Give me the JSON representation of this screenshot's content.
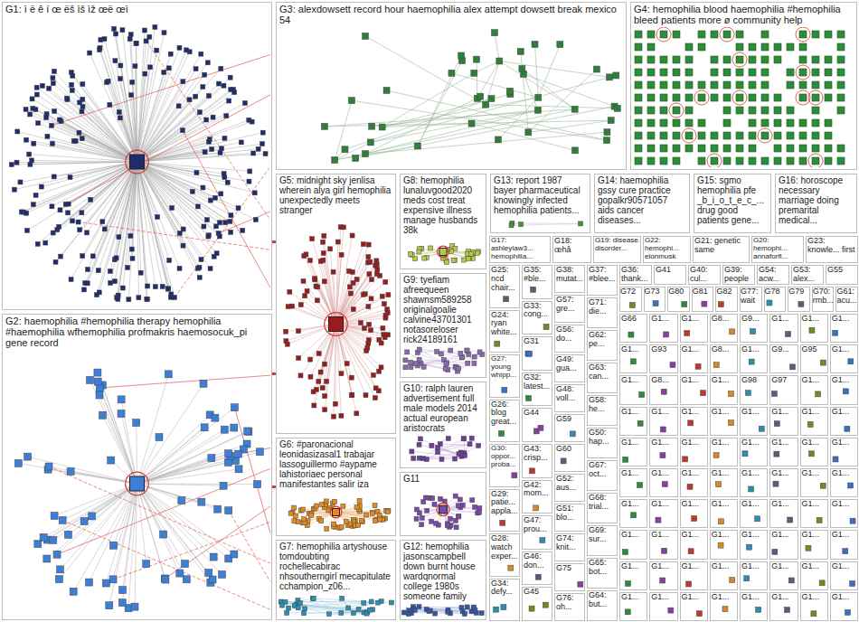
{
  "diagram": {
    "nodes": [
      {
        "text": [
          "G1: ì ë ê í œ ëš ìš ìž œë œì"
        ]
      },
      {
        "text": [
          "G2: haemophilia #hemophilia therapy hemophilia #haemophilia wfhemophilia profmakris haemosocuk_pi gene record"
        ]
      },
      {
        "text": [
          "G3: alexdowsett record hour haemophilia alex attempt dowsett break mexico 54"
        ]
      },
      {
        "text": [
          "G4: hemophilia blood haemophilia #hemophilia bleed patients more ø community help"
        ]
      },
      {
        "text": [
          "G5: midnight sky jenlisa wherein alya girl hemophilia unexpectedly meets stranger"
        ]
      },
      {
        "text": [
          "G8: hemophilia lunaluvgood2020 meds cost treat expensive illness manage husbands 38k"
        ]
      },
      {
        "text": [
          "G13: report 1987 bayer pharmaceutical knowingly infected hemophilia patients..."
        ]
      },
      {
        "text": [
          "G14: haemophilia gssy cure practice gopalkr90571057 aids cancer diseases..."
        ]
      },
      {
        "text": [
          "G15: sgmo hemophilia pfe _b_i_o_t_e_c_... drug good patients gene..."
        ]
      },
      {
        "text": [
          "G16: horoscope necessary marriage doing premarital medical..."
        ]
      },
      {
        "text": [
          "G9: tyefiam afreequeen shawnsm589258 originalgoalie calvine43701301 notasoreloser rick24189161"
        ]
      },
      {
        "text": [
          "G10: ralph lauren advertisement full male models 2014 actual european aristocrats"
        ]
      },
      {
        "text": [
          "G6: #paronacional leonidasizasal1 trabajar lassoguillermo #aypame lahistoriaec personal manifestantes salir iza"
        ]
      },
      {
        "text": [
          "G7: hemophilia artyshouse tomdoubting rochellecabirac nhsoutherngirl mecapitulate cchampion_z06..."
        ]
      },
      {
        "text": [
          "G11"
        ]
      },
      {
        "text": [
          "G12: hemophilia jasonscampbell down burnt house wardqnormal college 1980s someone family"
        ]
      },
      {
        "text": [
          "G17: ashleylaw3... hemophilia..."
        ]
      },
      {
        "text": [
          "G18: œhâ"
        ]
      },
      {
        "text": [
          "G19: disease disorder..."
        ]
      },
      {
        "text": [
          "G22: hemophi... elonmusk"
        ]
      },
      {
        "text": [
          "G21: genetic same"
        ]
      },
      {
        "text": [
          "G20: hemophi... annaforfl..."
        ]
      },
      {
        "text": [
          "G23: knowle... first"
        ]
      },
      {
        "text": [
          "G36: thank..."
        ]
      },
      {
        "text": [
          "G41"
        ]
      },
      {
        "text": [
          "G40: cul..."
        ]
      },
      {
        "text": [
          "G39: people"
        ]
      },
      {
        "text": [
          "G54: acw..."
        ]
      },
      {
        "text": [
          "G53: alex..."
        ]
      },
      {
        "text": [
          "G55"
        ]
      },
      {
        "text": [
          "G25: ncd chair..."
        ]
      },
      {
        "text": [
          "G24: ryan white..."
        ]
      },
      {
        "text": [
          "G27: young whipp..."
        ]
      },
      {
        "text": [
          "G26: blog great..."
        ]
      },
      {
        "text": [
          "G30: oppor... proba..."
        ]
      },
      {
        "text": [
          "G29: patie... appla..."
        ]
      },
      {
        "text": [
          "G28: watch exper..."
        ]
      },
      {
        "text": [
          "G34: defy..."
        ]
      },
      {
        "text": [
          "G35: #ble..."
        ]
      },
      {
        "text": [
          "G33: cong..."
        ]
      },
      {
        "text": [
          "G31"
        ]
      },
      {
        "text": [
          "G32: latest..."
        ]
      },
      {
        "text": [
          "G44"
        ]
      },
      {
        "text": [
          "G43: crisp..."
        ]
      },
      {
        "text": [
          "G42: mom..."
        ]
      },
      {
        "text": [
          "G47: prou..."
        ]
      },
      {
        "text": [
          "G46: don..."
        ]
      },
      {
        "text": [
          "G45"
        ]
      },
      {
        "text": [
          "G38: mutat..."
        ]
      },
      {
        "text": [
          "G57: gre..."
        ]
      },
      {
        "text": [
          "G56: do..."
        ]
      },
      {
        "text": [
          "G49: gua..."
        ]
      },
      {
        "text": [
          "G48: voll..."
        ]
      },
      {
        "text": [
          "G59"
        ]
      },
      {
        "text": [
          "G60"
        ]
      },
      {
        "text": [
          "G52: aus..."
        ]
      },
      {
        "text": [
          "G51: blo..."
        ]
      },
      {
        "text": [
          "G74: knit..."
        ]
      },
      {
        "text": [
          "G75"
        ]
      },
      {
        "text": [
          "G76: oh..."
        ]
      },
      {
        "text": [
          "G37: #blee..."
        ]
      },
      {
        "text": [
          "G71: die..."
        ]
      },
      {
        "text": [
          "G62: pe..."
        ]
      },
      {
        "text": [
          "G63: can..."
        ]
      },
      {
        "text": [
          "G58: he..."
        ]
      },
      {
        "text": [
          "G50: hap..."
        ]
      },
      {
        "text": [
          "G67: oct..."
        ]
      },
      {
        "text": [
          "G68: trial..."
        ]
      },
      {
        "text": [
          "G69: sur..."
        ]
      },
      {
        "text": [
          "G65: bot..."
        ]
      },
      {
        "text": [
          "G64: but..."
        ]
      },
      {
        "text": [
          "G72"
        ]
      },
      {
        "text": [
          "G73"
        ]
      },
      {
        "text": [
          "G80"
        ]
      },
      {
        "text": [
          "G81"
        ]
      },
      {
        "text": [
          "G82"
        ]
      },
      {
        "text": [
          "G77: wait"
        ]
      },
      {
        "text": [
          "G78"
        ]
      },
      {
        "text": [
          "G79"
        ]
      },
      {
        "text": [
          "G70: rmb..."
        ]
      },
      {
        "text": [
          "G61: acu..."
        ]
      },
      {
        "text": [
          "G66"
        ]
      },
      {
        "text": [
          "G1..."
        ]
      },
      {
        "text": [
          "G1..."
        ]
      },
      {
        "text": [
          "G8..."
        ]
      },
      {
        "text": [
          "G9..."
        ]
      },
      {
        "text": [
          "G1..."
        ]
      },
      {
        "text": [
          "G1..."
        ]
      },
      {
        "text": [
          "G1..."
        ]
      },
      {
        "text": [
          "G1..."
        ]
      },
      {
        "text": [
          "G93"
        ]
      },
      {
        "text": [
          "G1..."
        ]
      },
      {
        "text": [
          "G8..."
        ]
      },
      {
        "text": [
          "G1..."
        ]
      },
      {
        "text": [
          "G9..."
        ]
      },
      {
        "text": [
          "G95"
        ]
      },
      {
        "text": [
          "G1..."
        ]
      },
      {
        "text": [
          "G1..."
        ]
      },
      {
        "text": [
          "G8..."
        ]
      },
      {
        "text": [
          "G1..."
        ]
      },
      {
        "text": [
          "G1..."
        ]
      },
      {
        "text": [
          "G98"
        ]
      },
      {
        "text": [
          "G97"
        ]
      },
      {
        "text": [
          "G1..."
        ]
      },
      {
        "text": [
          "G1..."
        ]
      },
      {
        "text": [
          "G1..."
        ]
      },
      {
        "text": [
          "G1..."
        ]
      },
      {
        "text": [
          "G1..."
        ]
      },
      {
        "text": [
          "G1..."
        ]
      },
      {
        "text": [
          "G1..."
        ]
      },
      {
        "text": [
          "G1..."
        ]
      },
      {
        "text": [
          "G1..."
        ]
      },
      {
        "text": [
          "G1..."
        ]
      },
      {
        "text": [
          "G1..."
        ]
      },
      {
        "text": [
          "G1..."
        ]
      },
      {
        "text": [
          "G1..."
        ]
      },
      {
        "text": [
          "G1..."
        ]
      },
      {
        "text": [
          "G1..."
        ]
      },
      {
        "text": [
          "G1..."
        ]
      },
      {
        "text": [
          "G1..."
        ]
      },
      {
        "text": [
          "G1..."
        ]
      },
      {
        "text": [
          "G1..."
        ]
      },
      {
        "text": [
          "G1..."
        ]
      },
      {
        "text": [
          "G1..."
        ]
      },
      {
        "text": [
          "G1..."
        ]
      },
      {
        "text": [
          "G1..."
        ]
      },
      {
        "text": [
          "G1..."
        ]
      },
      {
        "text": [
          "G1..."
        ]
      },
      {
        "text": [
          "G1..."
        ]
      },
      {
        "text": [
          "G1..."
        ]
      },
      {
        "text": [
          "G1..."
        ]
      },
      {
        "text": [
          "G1..."
        ]
      },
      {
        "text": [
          "G1..."
        ]
      },
      {
        "text": [
          "G1..."
        ]
      },
      {
        "text": [
          "G1..."
        ]
      },
      {
        "text": [
          "G1..."
        ]
      },
      {
        "text": [
          "G1..."
        ]
      },
      {
        "text": [
          "G1..."
        ]
      },
      {
        "text": [
          "G1..."
        ]
      },
      {
        "text": [
          "G1..."
        ]
      },
      {
        "text": [
          "G1..."
        ]
      },
      {
        "text": [
          "G1..."
        ]
      },
      {
        "text": [
          "G1..."
        ]
      },
      {
        "text": [
          "G1..."
        ]
      },
      {
        "text": [
          "G1..."
        ]
      },
      {
        "text": [
          "G1..."
        ]
      },
      {
        "text": [
          "G1..."
        ]
      },
      {
        "text": [
          "G1..."
        ]
      },
      {
        "text": [
          "G1..."
        ]
      },
      {
        "text": [
          "G1..."
        ]
      },
      {
        "text": [
          "G1..."
        ]
      },
      {
        "text": [
          "G1..."
        ]
      },
      {
        "text": [
          "G1..."
        ]
      },
      {
        "text": [
          "G1..."
        ]
      },
      {
        "text": [
          "G1..."
        ]
      },
      {
        "text": [
          "G1..."
        ]
      },
      {
        "text": [
          "G1..."
        ]
      },
      {
        "text": [
          "G1..."
        ]
      },
      {
        "text": [
          "G1..."
        ]
      },
      {
        "text": [
          "G1..."
        ]
      },
      {
        "text": [
          "G1..."
        ]
      }
    ],
    "edges": [
      {
        "from": 0,
        "to": 4,
        "arrow": "none"
      },
      {
        "from": 1,
        "to": 4,
        "arrow": "none"
      },
      {
        "from": 1,
        "to": 12,
        "arrow": "none"
      }
    ]
  }
}
